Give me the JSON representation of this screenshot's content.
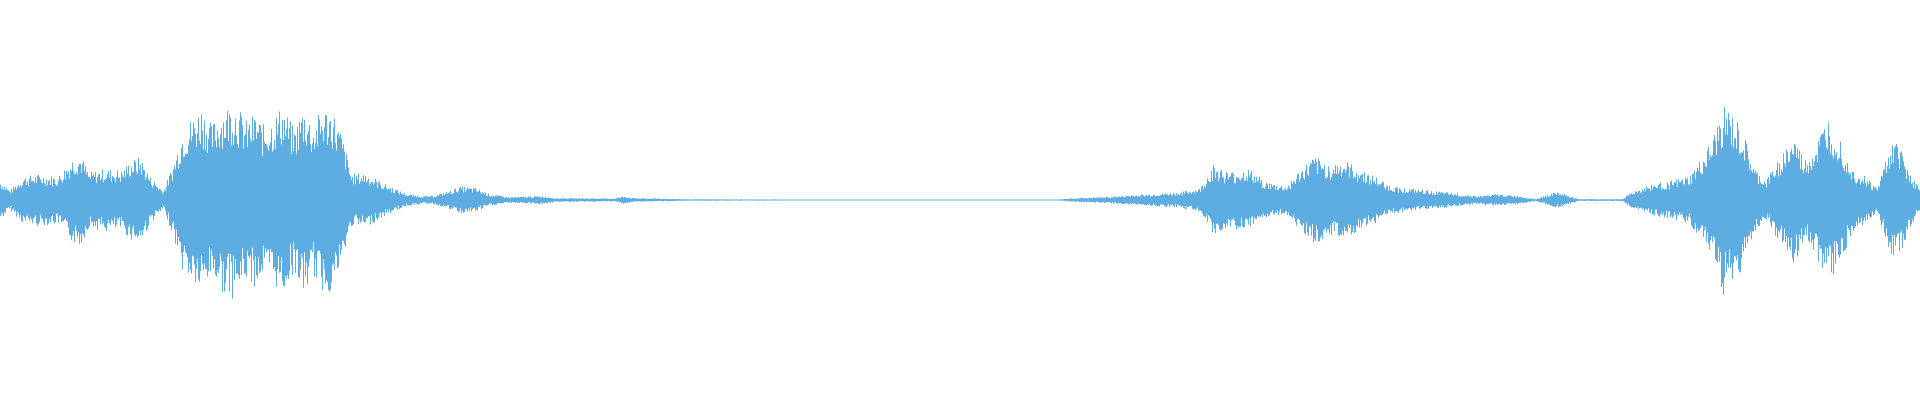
{
  "waveform": {
    "color": "#5dade2",
    "background": "#ffffff",
    "envelope": [
      [
        0.0,
        0.1
      ],
      [
        0.005,
        0.05
      ],
      [
        0.012,
        0.12
      ],
      [
        0.02,
        0.13
      ],
      [
        0.03,
        0.12
      ],
      [
        0.038,
        0.22
      ],
      [
        0.042,
        0.23
      ],
      [
        0.046,
        0.14
      ],
      [
        0.055,
        0.16
      ],
      [
        0.063,
        0.15
      ],
      [
        0.068,
        0.2
      ],
      [
        0.073,
        0.22
      ],
      [
        0.078,
        0.12
      ],
      [
        0.085,
        0.05
      ],
      [
        0.09,
        0.18
      ],
      [
        0.095,
        0.36
      ],
      [
        0.1,
        0.42
      ],
      [
        0.105,
        0.48
      ],
      [
        0.11,
        0.38
      ],
      [
        0.115,
        0.46
      ],
      [
        0.122,
        0.5
      ],
      [
        0.128,
        0.4
      ],
      [
        0.133,
        0.44
      ],
      [
        0.137,
        0.38
      ],
      [
        0.142,
        0.42
      ],
      [
        0.147,
        0.48
      ],
      [
        0.153,
        0.36
      ],
      [
        0.158,
        0.48
      ],
      [
        0.163,
        0.38
      ],
      [
        0.168,
        0.47
      ],
      [
        0.173,
        0.46
      ],
      [
        0.178,
        0.33
      ],
      [
        0.183,
        0.13
      ],
      [
        0.19,
        0.14
      ],
      [
        0.197,
        0.1
      ],
      [
        0.205,
        0.06
      ],
      [
        0.212,
        0.03
      ],
      [
        0.22,
        0.02
      ],
      [
        0.225,
        0.02
      ],
      [
        0.232,
        0.04
      ],
      [
        0.24,
        0.07
      ],
      [
        0.248,
        0.06
      ],
      [
        0.255,
        0.03
      ],
      [
        0.265,
        0.015
      ],
      [
        0.282,
        0.02
      ],
      [
        0.29,
        0.01
      ],
      [
        0.32,
        0.008
      ],
      [
        0.325,
        0.02
      ],
      [
        0.33,
        0.01
      ],
      [
        0.36,
        0.004
      ],
      [
        0.4,
        0.003
      ],
      [
        0.45,
        0.002
      ],
      [
        0.5,
        0.002
      ],
      [
        0.55,
        0.002
      ],
      [
        0.56,
        0.01
      ],
      [
        0.575,
        0.015
      ],
      [
        0.59,
        0.025
      ],
      [
        0.6,
        0.03
      ],
      [
        0.615,
        0.04
      ],
      [
        0.625,
        0.06
      ],
      [
        0.632,
        0.18
      ],
      [
        0.64,
        0.14
      ],
      [
        0.65,
        0.16
      ],
      [
        0.66,
        0.09
      ],
      [
        0.67,
        0.07
      ],
      [
        0.678,
        0.16
      ],
      [
        0.685,
        0.22
      ],
      [
        0.692,
        0.18
      ],
      [
        0.7,
        0.2
      ],
      [
        0.708,
        0.16
      ],
      [
        0.716,
        0.12
      ],
      [
        0.725,
        0.07
      ],
      [
        0.733,
        0.06
      ],
      [
        0.742,
        0.05
      ],
      [
        0.752,
        0.04
      ],
      [
        0.76,
        0.03
      ],
      [
        0.77,
        0.02
      ],
      [
        0.78,
        0.03
      ],
      [
        0.792,
        0.02
      ],
      [
        0.8,
        0.005
      ],
      [
        0.81,
        0.04
      ],
      [
        0.815,
        0.03
      ],
      [
        0.822,
        0.005
      ],
      [
        0.845,
        0.005
      ],
      [
        0.85,
        0.04
      ],
      [
        0.86,
        0.08
      ],
      [
        0.872,
        0.1
      ],
      [
        0.88,
        0.12
      ],
      [
        0.886,
        0.2
      ],
      [
        0.892,
        0.3
      ],
      [
        0.898,
        0.48
      ],
      [
        0.903,
        0.42
      ],
      [
        0.908,
        0.34
      ],
      [
        0.914,
        0.16
      ],
      [
        0.92,
        0.1
      ],
      [
        0.925,
        0.18
      ],
      [
        0.93,
        0.26
      ],
      [
        0.935,
        0.32
      ],
      [
        0.94,
        0.2
      ],
      [
        0.946,
        0.28
      ],
      [
        0.952,
        0.42
      ],
      [
        0.958,
        0.34
      ],
      [
        0.965,
        0.16
      ],
      [
        0.972,
        0.12
      ],
      [
        0.978,
        0.06
      ],
      [
        0.985,
        0.3
      ],
      [
        0.99,
        0.28
      ],
      [
        0.995,
        0.14
      ],
      [
        1.0,
        0.06
      ]
    ]
  }
}
